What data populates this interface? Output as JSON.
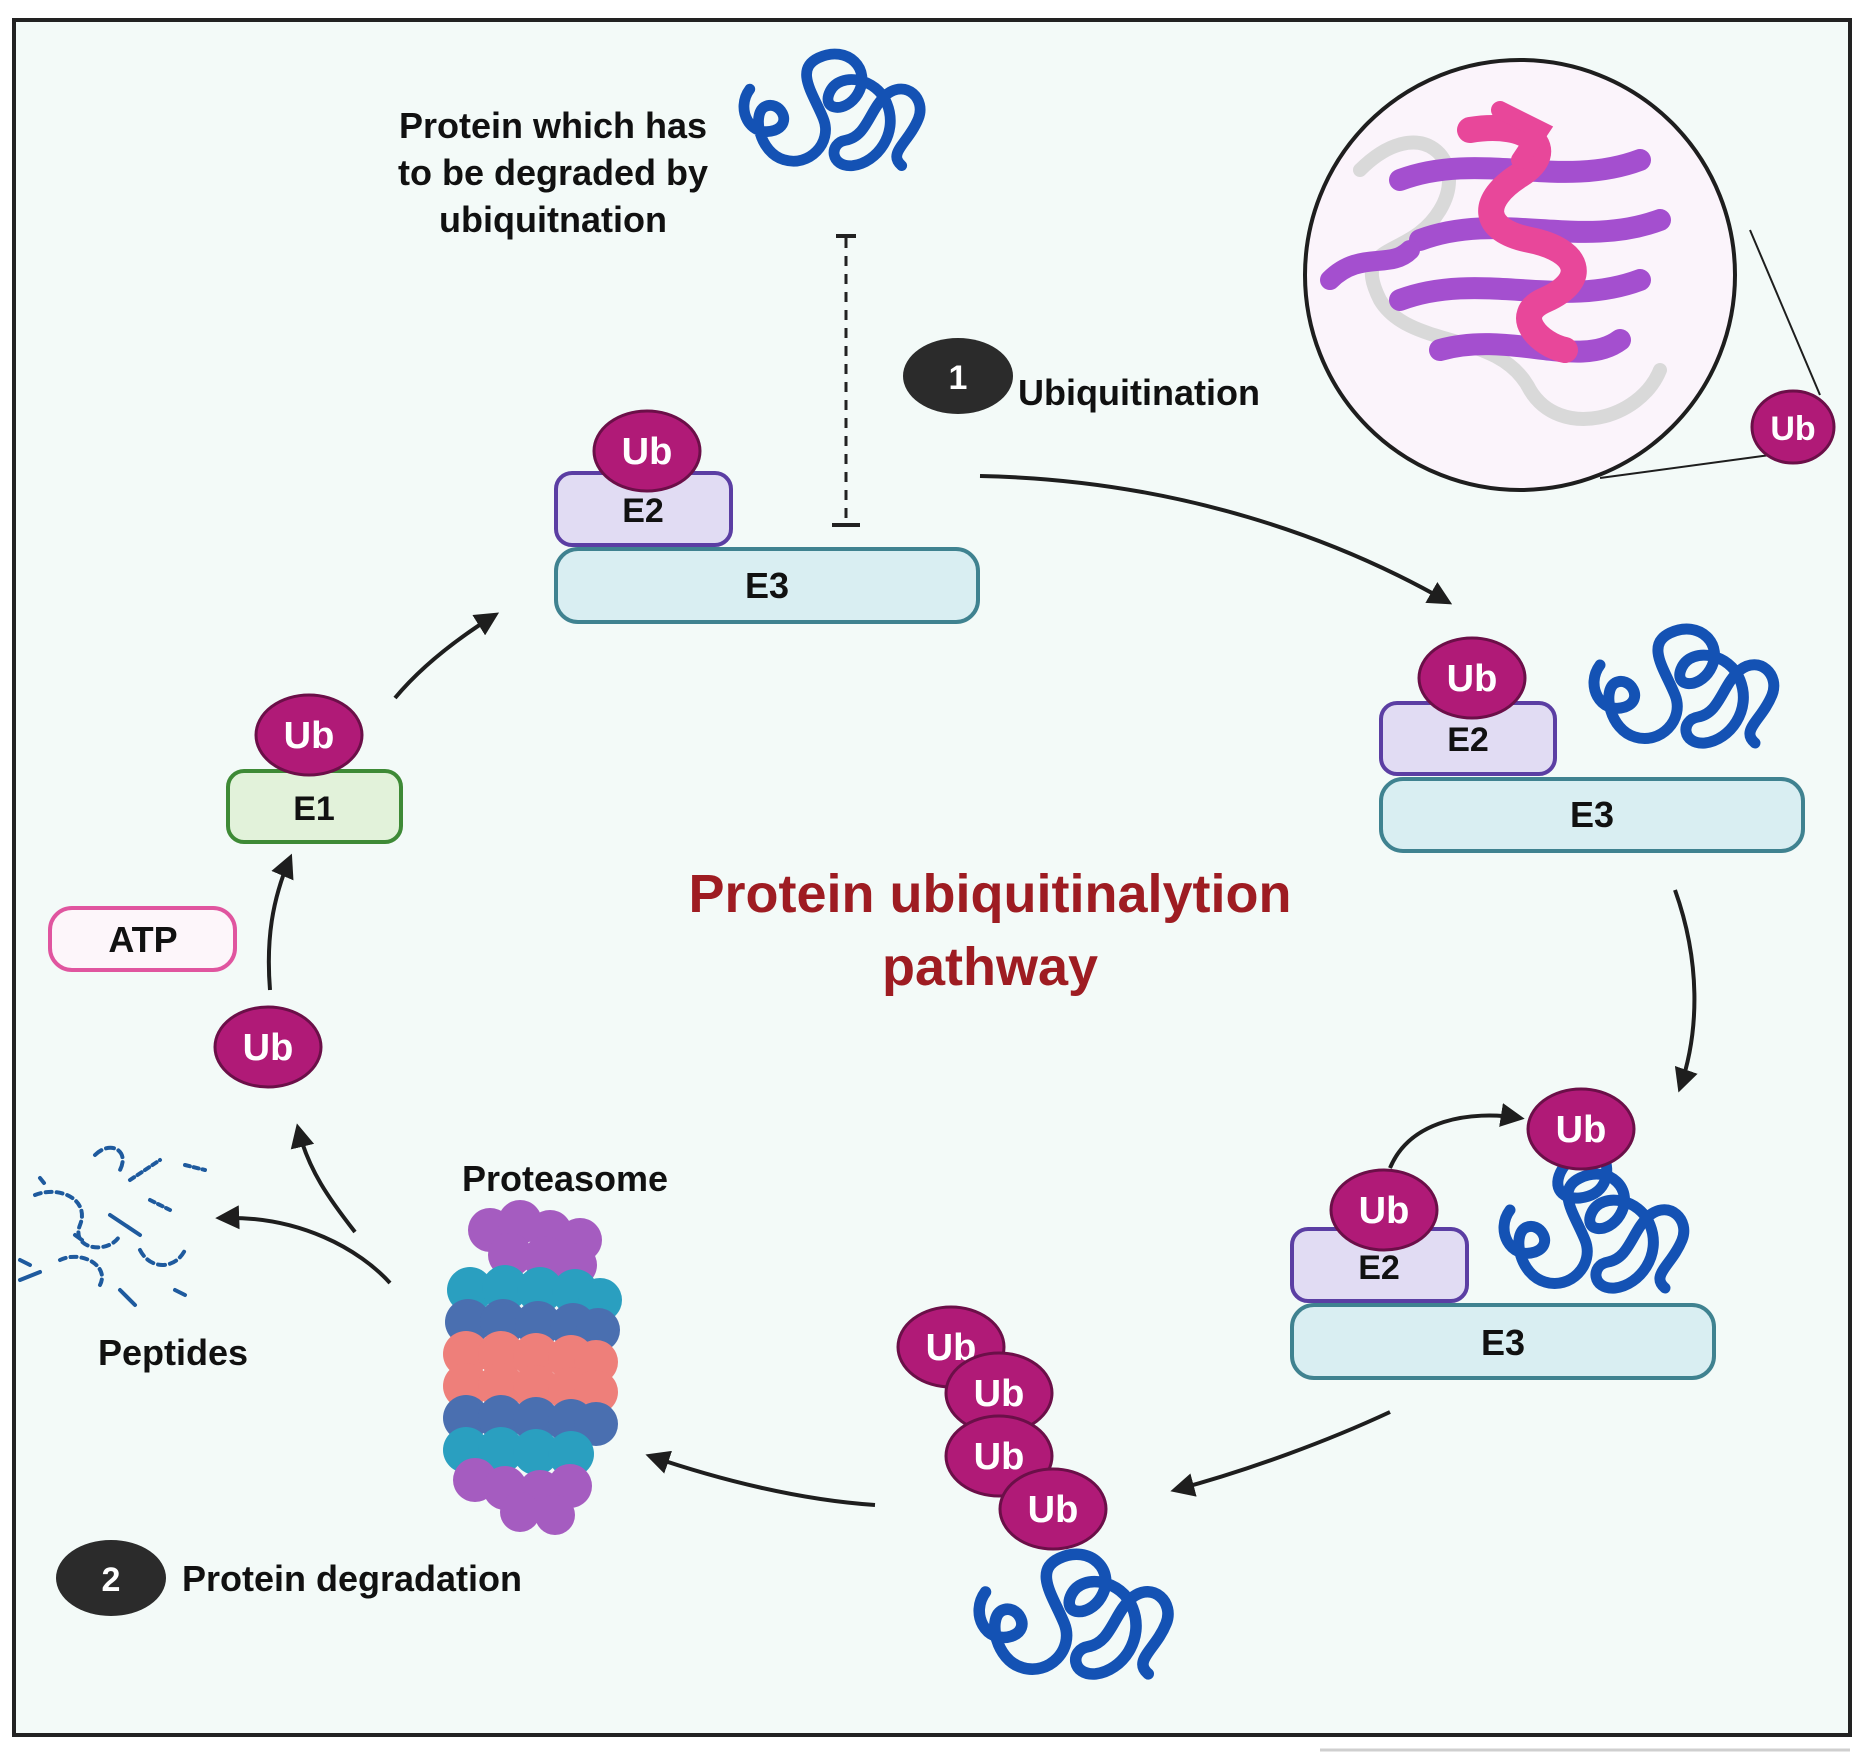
{
  "title_line1": "Protein ubiquitinalytion",
  "title_line2": "pathway",
  "target_protein_label": [
    "Protein which has",
    "to be degraded by",
    "ubiquitnation"
  ],
  "step1": {
    "number": "1",
    "label": "Ubiquitination"
  },
  "step2": {
    "number": "2",
    "label": "Protein degradation"
  },
  "ub_label": "Ub",
  "e1_label": "E1",
  "e2_label": "E2",
  "e3_label": "E3",
  "atp_label": "ATP",
  "proteasome_label": "Proteasome",
  "peptides_label": "Peptides",
  "colors": {
    "background": "#f3faf8",
    "title": "#9e1c22",
    "ub_fill": "#b01a77",
    "e1_fill": "#e2f2da",
    "e1_stroke": "#3e8a36",
    "e2_fill": "#e1dcf3",
    "e2_stroke": "#5b3ea3",
    "e3_fill": "#d9eef2",
    "e3_stroke": "#3f8290",
    "atp_stroke": "#e0559f",
    "protein": "#1452b4",
    "badge": "#2b2b2b"
  }
}
